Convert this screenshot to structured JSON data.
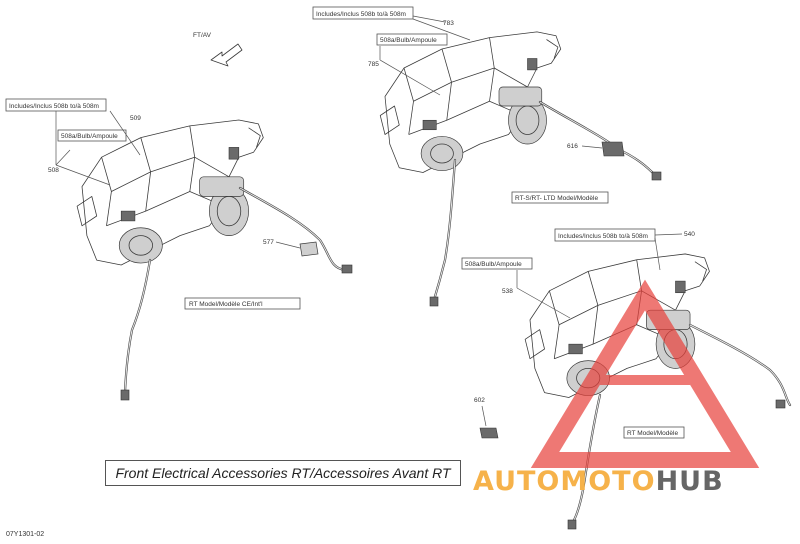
{
  "direction_label": "FT/AV",
  "groups": [
    {
      "model": "RT Model/Modèle CE/Int'l",
      "includes": "Includes/Inclus 508b to/à 508m",
      "bulb": "508a/Bulb/Ampoule",
      "callouts": [
        "509",
        "508",
        "577"
      ]
    },
    {
      "model": "RT-S/RT- LTD Model/Modèle",
      "includes": "Includes/Inclus 508b to/à 508m",
      "bulb": "508a/Bulb/Ampoule",
      "callouts": [
        "783",
        "785",
        "616"
      ]
    },
    {
      "model": "RT Model/Modèle",
      "includes": "Includes/Inclus 508b to/à 508m",
      "bulb": "508a/Bulb/Ampoule",
      "callouts": [
        "540",
        "538",
        "602"
      ]
    }
  ],
  "title": "Front Electrical Accessories RT/Accessoires Avant RT",
  "reference_code": "07Y1301-02",
  "watermark": {
    "part1": "AUTOMOTO",
    "part2": "HUB",
    "color_orange": "#f6b24a",
    "color_red": "#e8403a",
    "color_grey": "#666666"
  }
}
